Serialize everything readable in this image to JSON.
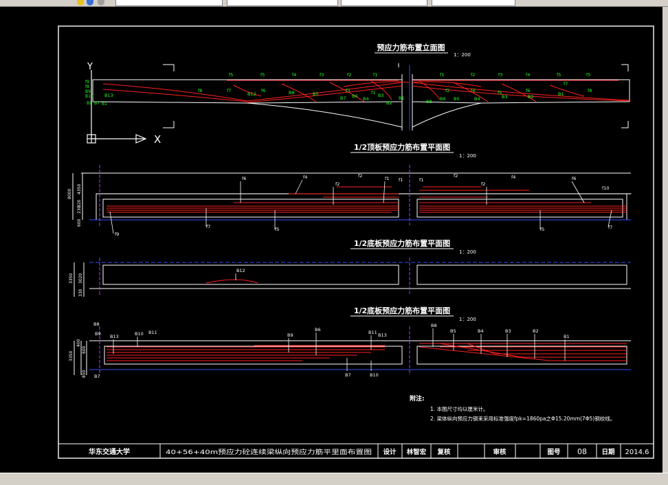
{
  "drawing": {
    "title_elev": "预应力筋布置立面图",
    "title_top": "1/2顶板预应力筋布置平面图",
    "title_web": "1/2底板预应力筋布置平面图",
    "title_bottom": "1/2底板预应力筋布置平面图",
    "scale": "1：200",
    "axis_y": "Y",
    "axis_x": "X",
    "notes_title": "附注:",
    "note1": "1. 本图尺寸均以厘米计。",
    "note2": "2. 梁体纵向预应力钢束采用标准强度fpk=1860pa之Φ15.20mm(7Φ5)钢绞线。"
  },
  "dims": {
    "top_total": "8000",
    "top_a": "4350",
    "top_b": "320",
    "top_c": "230",
    "top_d": "600",
    "web_total": "3350",
    "web_a": "3020",
    "web_b": "330",
    "bot_total": "3350",
    "bot_a": "400",
    "bot_b": "600",
    "bot_c": "850"
  },
  "labels": {
    "elev_top": [
      "f5",
      "f5",
      "f4",
      "f3",
      "f2",
      "f1",
      "f1",
      "f2",
      "f3",
      "f4",
      "f5",
      "f5"
    ],
    "elev_mid": [
      "f8",
      "f7",
      "B12",
      "f6",
      "B8",
      "B5",
      "f3",
      "f1",
      "f2",
      "f4",
      "f5",
      "f6",
      "f8",
      "f7"
    ],
    "elev_bot": [
      "B13",
      "B7",
      "B6",
      "B4",
      "B3",
      "B2",
      "B1",
      "B8",
      "B6",
      "B5",
      "B4",
      "B3",
      "B2",
      "B1"
    ],
    "top_plan": [
      "f6",
      "f4",
      "f2",
      "f2",
      "f1",
      "f1",
      "f1",
      "f2",
      "f2",
      "f4",
      "f6",
      "f10",
      "f9",
      "f7",
      "f5",
      "f5",
      "f7"
    ],
    "web_plan": [
      "B12"
    ],
    "bot_plan": [
      "B8",
      "B9",
      "B13",
      "B10",
      "B11",
      "B9",
      "B6",
      "B11",
      "B13",
      "B7",
      "B10",
      "B8",
      "B5",
      "B4",
      "B3",
      "B2",
      "B1",
      "B7"
    ]
  },
  "title_block": {
    "school": "华东交通大学",
    "drawing_name": "40+56+40m预应力砼连续梁纵向预应力筋平里面布置图",
    "design_label": "设计",
    "designer": "林智宏",
    "review_label": "复核",
    "approve_label": "审核",
    "sheet_label": "图号",
    "sheet_no": "08",
    "date_label": "日期",
    "date": "2014.6"
  }
}
